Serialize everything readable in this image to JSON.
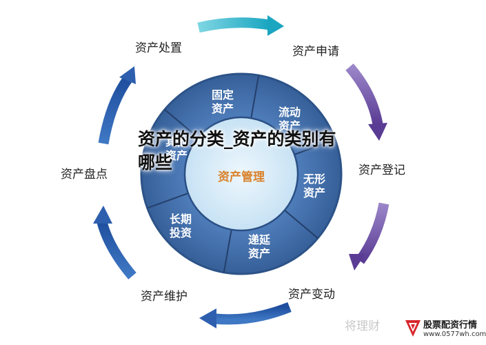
{
  "center_label": "资产管理",
  "segments": [
    {
      "line1": "固定",
      "line2": "资产"
    },
    {
      "line1": "流动",
      "line2": "资产"
    },
    {
      "line1": "无形",
      "line2": "资产"
    },
    {
      "line1": "递延",
      "line2": "资产"
    },
    {
      "line1": "长期",
      "line2": "投资"
    },
    {
      "line1": "其他",
      "line2": "资产"
    }
  ],
  "stages": {
    "disposal": "资产处置",
    "application": "资产申请",
    "registration": "资产登记",
    "change": "资产变动",
    "maintenance": "资产维护",
    "inventory": "资产盘点"
  },
  "overlay_title": "资产的分类_资产的类别有哪些",
  "watermark": "将理财",
  "badge": {
    "title": "股票配资行情",
    "url": "www.0577wh.com"
  },
  "colors": {
    "ring": "#3e6aa3",
    "ring_edge": "#2f5a93",
    "inner_circle": "#d8ebf8",
    "center_text": "#d9822b",
    "segment_text": "#ffffff",
    "arrow_teal": "#2bb3c9",
    "arrow_purple": "#6a4da0",
    "arrow_blue": "#2d5fae"
  }
}
